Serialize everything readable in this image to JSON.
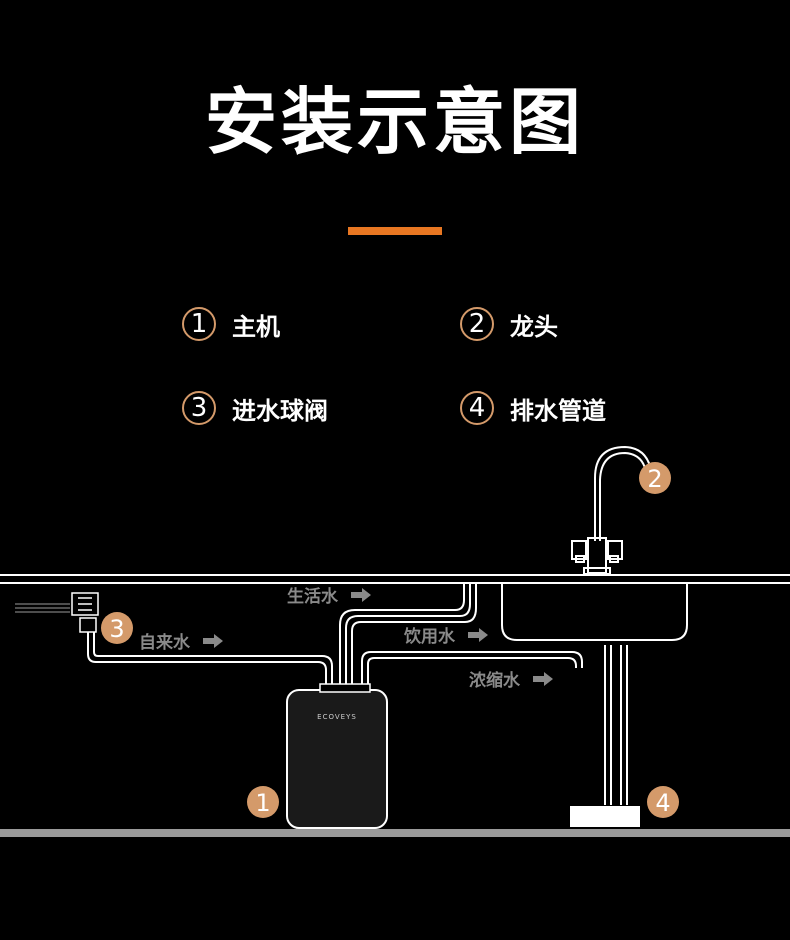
{
  "title": "安装示意图",
  "colors": {
    "accent": "#e87722",
    "badge": "#d49a6a",
    "line": "#ffffff",
    "label": "#8a8a8a",
    "counter": "#9a9a9a"
  },
  "legend": [
    {
      "num": "1",
      "label": "主机"
    },
    {
      "num": "2",
      "label": "龙头"
    },
    {
      "num": "3",
      "label": "进水球阀"
    },
    {
      "num": "4",
      "label": "排水管道"
    }
  ],
  "diagram": {
    "flows": {
      "domestic": "生活水",
      "drinking": "饮用水",
      "inlet": "自来水",
      "concentrate": "浓缩水"
    },
    "badges": {
      "unit": "1",
      "faucet": "2",
      "valve": "3",
      "drain": "4"
    },
    "brand": "ECOVEYS"
  }
}
